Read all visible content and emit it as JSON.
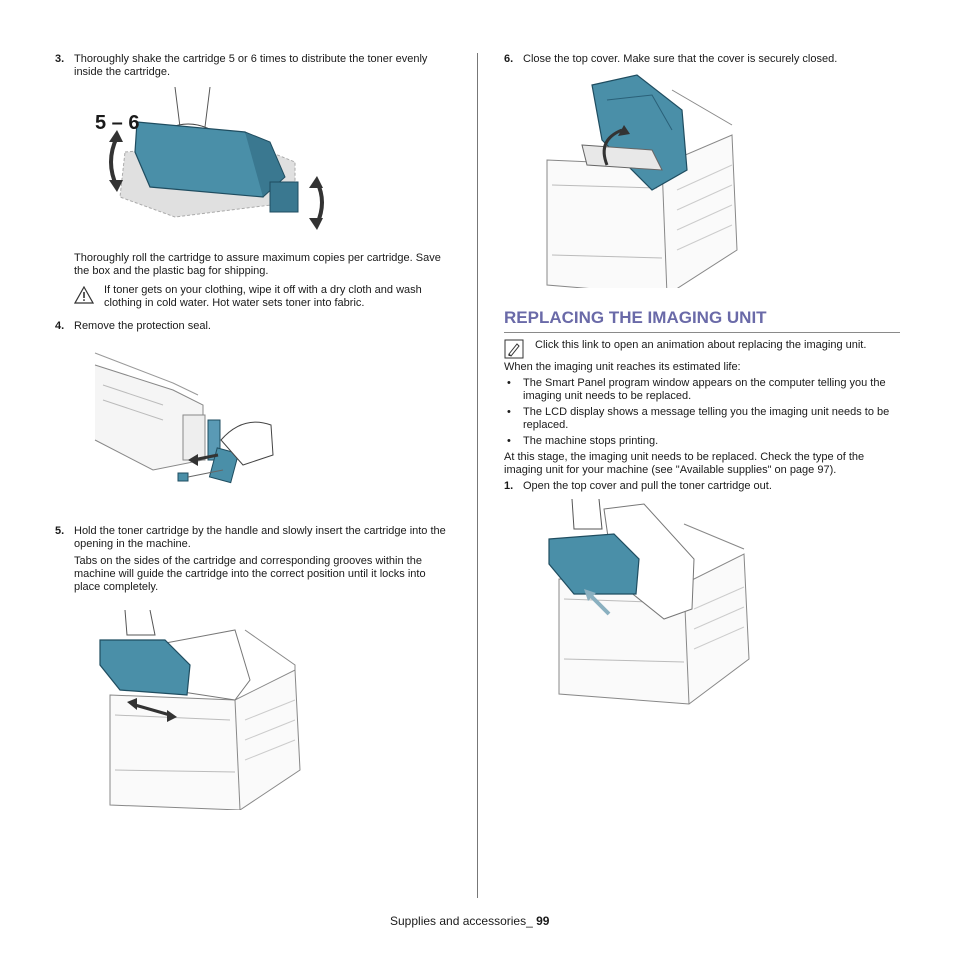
{
  "left": {
    "step3": {
      "num": "3.",
      "text": "Thoroughly shake the cartridge 5 or 6 times to distribute the toner evenly inside the cartridge.",
      "fig_label": "5 – 6"
    },
    "roll_text": "Thoroughly roll the cartridge to assure maximum copies per cartridge. Save the box and the plastic bag for shipping.",
    "caution_text": "If toner gets on your clothing, wipe it off with a dry cloth and wash clothing in cold water. Hot water sets toner into fabric.",
    "step4": {
      "num": "4.",
      "text": "Remove the protection seal."
    },
    "step5": {
      "num": "5.",
      "text": "Hold the toner cartridge by the handle and slowly insert the cartridge into the opening in the machine.",
      "detail": "Tabs on the sides of the cartridge and corresponding grooves within the machine will guide the cartridge into the correct position until it locks into place completely."
    }
  },
  "right": {
    "step6": {
      "num": "6.",
      "text": "Close the top cover. Make sure that the cover is securely closed."
    },
    "section_title": "REPLACING THE IMAGING UNIT",
    "note_text": "Click this link to open an animation about replacing the imaging unit.",
    "intro": "When the imaging unit reaches its estimated life:",
    "bullets": [
      "The Smart Panel program window appears on the computer telling you the imaging unit needs to be replaced.",
      "The LCD display shows a message telling you the imaging unit needs to be replaced.",
      "The machine stops printing."
    ],
    "bullet_char": "•",
    "stage_text": "At this stage, the imaging unit needs to be replaced. Check the type of the imaging unit for your machine (see \"Available supplies\" on page 97).",
    "step1": {
      "num": "1.",
      "text": "Open the top cover and pull the toner cartridge out."
    }
  },
  "footer": {
    "label": "Supplies and accessories_",
    "page": "99"
  },
  "colors": {
    "heading": "#6a6aa8",
    "cartridge": "#4a8fa8",
    "line": "#888888"
  },
  "icons": {
    "caution": "warning-triangle-icon",
    "note": "note-pencil-icon"
  }
}
